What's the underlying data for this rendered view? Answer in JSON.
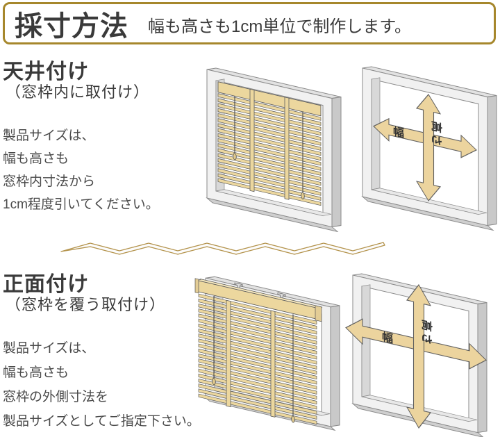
{
  "header": {
    "title": "採寸方法",
    "subtitle": "幅も高さも1cm単位で制作します。",
    "border_color": "#a6872c"
  },
  "colors": {
    "gold": "#a6872c",
    "zigzag_gold": "#b3924a",
    "slat": "#ecd79e",
    "slat_edge": "#5c5c5c",
    "arrow_fill": "#ecd49e",
    "arrow_stroke": "#606060",
    "frame_front": "#f1f1f1",
    "frame_top": "#e2e2e2",
    "frame_side": "#c9c9c9",
    "heading_text": "#3a3a3a",
    "body_text": "#4a4a4a"
  },
  "sections": [
    {
      "heading": "天井付け",
      "subheading": "（窓枠内に取付け）",
      "body_lines": [
        "製品サイズは、",
        "幅も高さも",
        "窓枠内寸法から",
        "1cm程度引いてください。"
      ],
      "diagram_labels": {
        "height": "高さ",
        "width": "幅"
      }
    },
    {
      "heading": "正面付け",
      "subheading": "（窓枠を覆う取付け）",
      "body_lines": [
        "製品サイズは、",
        "幅も高さも",
        "窓枠の外側寸法を",
        "製品サイズとしてご指定下さい。"
      ],
      "diagram_labels": {
        "height": "高さ",
        "width": "幅"
      }
    }
  ]
}
